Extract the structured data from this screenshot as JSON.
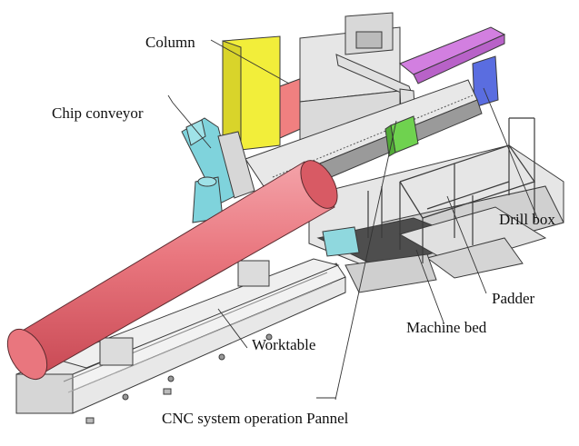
{
  "figure": {
    "labels": {
      "column": "Column",
      "chip_conveyor": "Chip conveyor",
      "drill_box": "Drill box",
      "padder": "Padder",
      "machine_bed": "Machine bed",
      "worktable": "Worktable",
      "cnc_panel": "CNC system operation Pannel"
    },
    "colors": {
      "column": "#f2ee3a",
      "workpiece": "#e9767e",
      "workpiece_dark": "#c94a55",
      "chip_conveyor": "#7fd3dc",
      "drill_box_green": "#6fd24f",
      "rail_magenta": "#d27fe0",
      "motor_blue": "#5a6de0",
      "frame_gray": "#e3e3e3",
      "frame_dark": "#5b5b5b",
      "outline": "#3a3a3a",
      "leader": "#333333"
    }
  }
}
